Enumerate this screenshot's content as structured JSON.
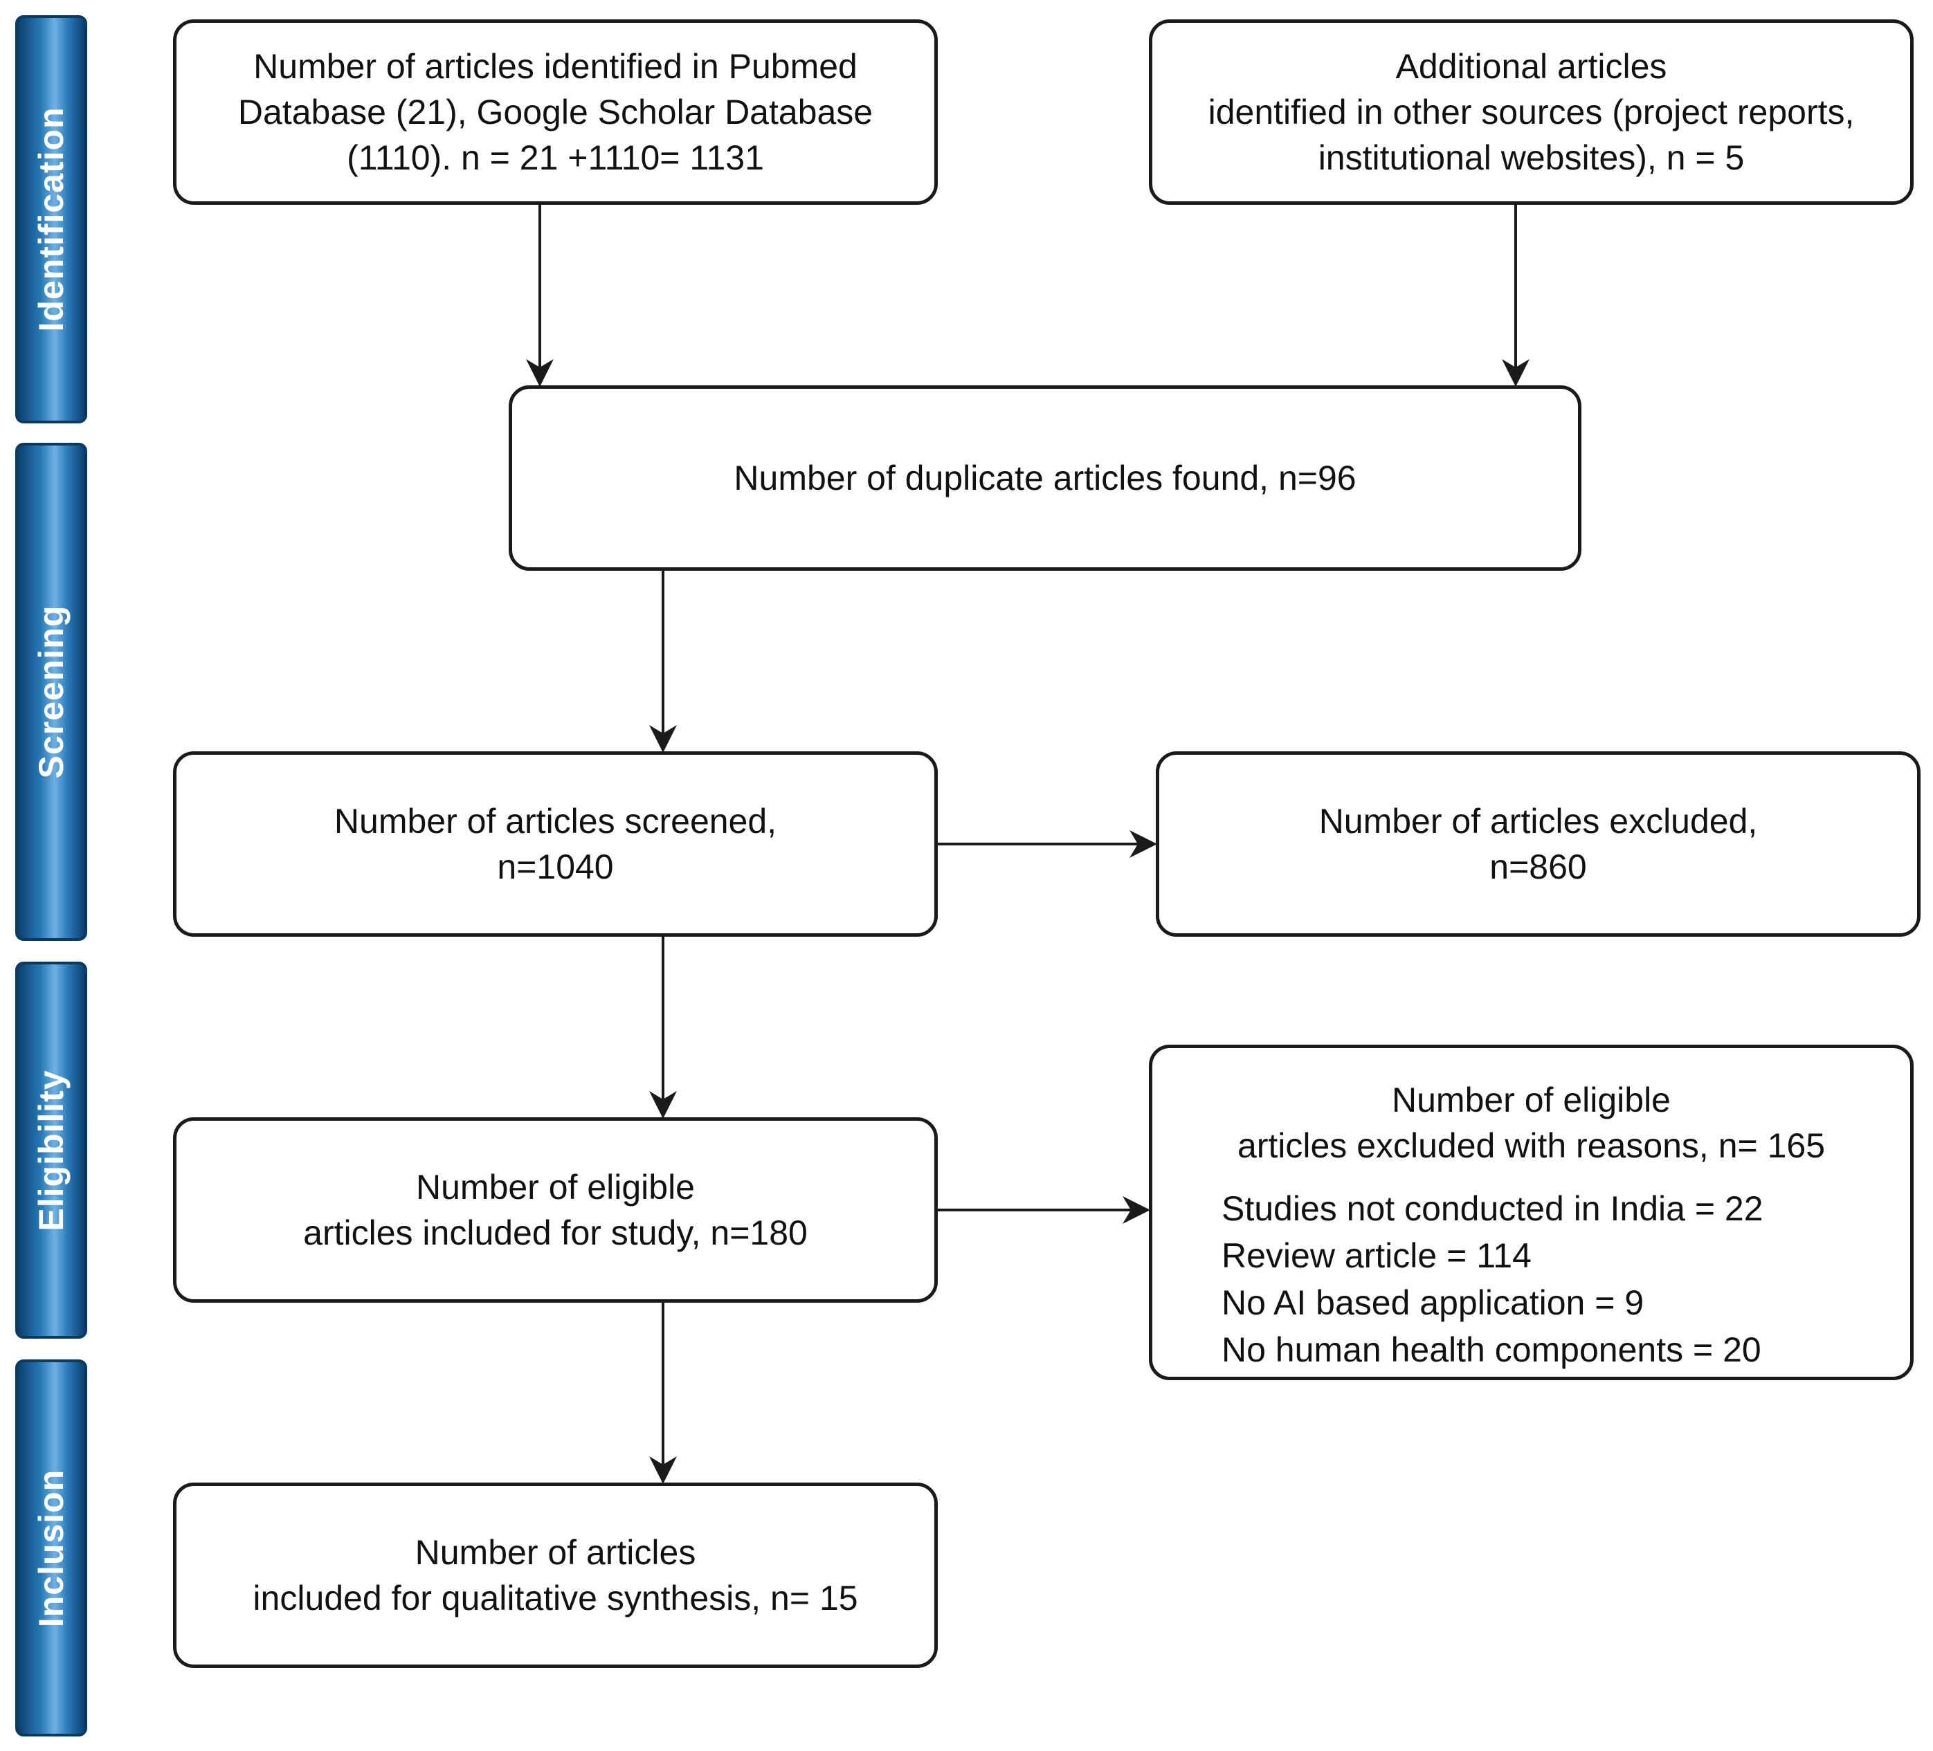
{
  "stages": [
    {
      "id": "identification",
      "label": "Identification"
    },
    {
      "id": "screening",
      "label": "Screening"
    },
    {
      "id": "eligibility",
      "label": "Eligibility"
    },
    {
      "id": "inclusion",
      "label": "Inclusion"
    }
  ],
  "boxes": {
    "database_search": {
      "lines": [
        "Number of articles identified in Pubmed",
        "Database (21), Google Scholar Database",
        "(1110). n = 21 +1110= 1131"
      ]
    },
    "other_sources": {
      "lines": [
        "Additional articles",
        "identified in other sources (project reports,",
        "institutional websites), n = 5"
      ]
    },
    "duplicates": {
      "lines": [
        "Number of duplicate articles found, n=96"
      ]
    },
    "screened": {
      "lines": [
        "Number of articles screened,",
        "n=1040"
      ]
    },
    "excluded": {
      "lines": [
        "Number of articles excluded,",
        "n=860"
      ]
    },
    "eligible_included": {
      "lines": [
        "Number of eligible",
        "articles included for study, n=180"
      ]
    },
    "eligible_excluded": {
      "lines": [
        "Number of eligible",
        "articles excluded with reasons, n= 165"
      ],
      "reasons": [
        "Studies not conducted in India = 22",
        "Review article = 114",
        "No AI based application = 9",
        "No human health components = 20"
      ]
    },
    "qualitative": {
      "lines": [
        "Number of articles",
        "included for qualitative synthesis, n= 15"
      ]
    }
  },
  "colors": {
    "stage_dark": "#0a3f6e",
    "stage_light": "#6fb1e4",
    "border": "#1a1a1a",
    "arrow": "#1a1a1a"
  }
}
